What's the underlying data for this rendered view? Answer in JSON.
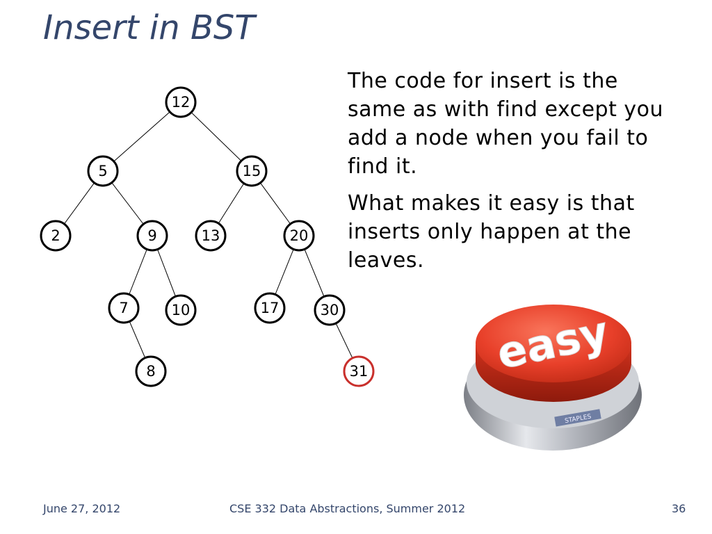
{
  "slide": {
    "title": "Insert in BST",
    "paragraphs": [
      "The code for insert is the same as with find except you add a node when you fail to find it.",
      "What makes it easy is that inserts only happen at the leaves."
    ],
    "button_label": "easy",
    "button_brand": "STAPLES"
  },
  "tree": {
    "nodes": [
      {
        "id": "n12",
        "label": "12"
      },
      {
        "id": "n5",
        "label": "5"
      },
      {
        "id": "n15",
        "label": "15"
      },
      {
        "id": "n2",
        "label": "2"
      },
      {
        "id": "n9",
        "label": "9"
      },
      {
        "id": "n13",
        "label": "13"
      },
      {
        "id": "n20",
        "label": "20"
      },
      {
        "id": "n7",
        "label": "7"
      },
      {
        "id": "n10",
        "label": "10"
      },
      {
        "id": "n17",
        "label": "17"
      },
      {
        "id": "n30",
        "label": "30"
      },
      {
        "id": "n8",
        "label": "8"
      },
      {
        "id": "n31",
        "label": "31",
        "inserted": true
      }
    ],
    "edges": [
      [
        "n12",
        "n5"
      ],
      [
        "n12",
        "n15"
      ],
      [
        "n5",
        "n2"
      ],
      [
        "n5",
        "n9"
      ],
      [
        "n15",
        "n13"
      ],
      [
        "n15",
        "n20"
      ],
      [
        "n9",
        "n7"
      ],
      [
        "n9",
        "n10"
      ],
      [
        "n20",
        "n17"
      ],
      [
        "n20",
        "n30"
      ],
      [
        "n7",
        "n8"
      ],
      [
        "n30",
        "n31"
      ]
    ]
  },
  "colors": {
    "title": "#34466b",
    "node_border": "#000000",
    "inserted_border": "#c9302c",
    "button_red": "#e8402a"
  },
  "footer": {
    "date": "June 27, 2012",
    "course": "CSE 332 Data Abstractions, Summer 2012",
    "page": "36"
  }
}
